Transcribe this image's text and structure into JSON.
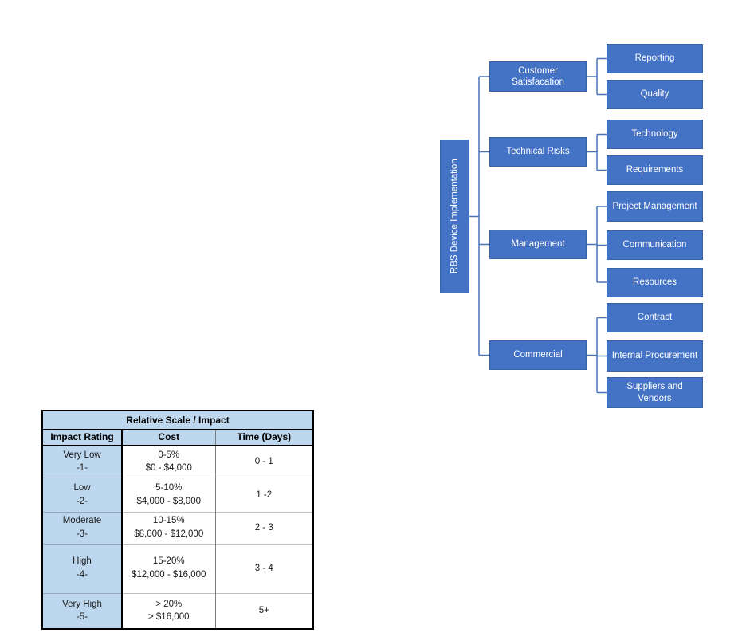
{
  "diagram": {
    "root": {
      "label": "RBS Device Implementation"
    },
    "categories": [
      {
        "label": "Customer Satisfacation",
        "children": [
          {
            "label": "Reporting"
          },
          {
            "label": "Quality"
          }
        ]
      },
      {
        "label": "Technical Risks",
        "children": [
          {
            "label": "Technology"
          },
          {
            "label": "Requirements"
          }
        ]
      },
      {
        "label": "Management",
        "children": [
          {
            "label": "Project Management"
          },
          {
            "label": "Communication"
          },
          {
            "label": "Resources"
          }
        ]
      },
      {
        "label": "Commercial",
        "children": [
          {
            "label": "Contract"
          },
          {
            "label": "Internal Procurement"
          },
          {
            "label": "Suppliers and Vendors"
          }
        ]
      }
    ],
    "colors": {
      "box_fill": "#4472C4",
      "box_border": "#3961A6",
      "connector": "#4A72B8",
      "box_text": "#FFFFFF"
    }
  },
  "table": {
    "title": "Relative Scale / Impact",
    "headers": [
      "Impact Rating",
      "Cost",
      "Time (Days)"
    ],
    "rows": [
      {
        "rating": "Very Low",
        "code": "-1-",
        "cost_pct": "0-5%",
        "cost_range": "$0 - $4,000",
        "time": "0 - 1"
      },
      {
        "rating": "Low",
        "code": "-2-",
        "cost_pct": "5-10%",
        "cost_range": "$4,000 - $8,000",
        "time": "1 -2"
      },
      {
        "rating": "Moderate",
        "code": "-3-",
        "cost_pct": "10-15%",
        "cost_range": "$8,000 - $12,000",
        "time": "2 - 3"
      },
      {
        "rating": "High",
        "code": "-4-",
        "cost_pct": "15-20%",
        "cost_range": "$12,000 - $16,000",
        "time": "3 - 4"
      },
      {
        "rating": "Very High",
        "code": "-5-",
        "cost_pct": "> 20%",
        "cost_range": "> $16,000",
        "time": "5+"
      }
    ],
    "colors": {
      "header_bg": "#BDD7EE"
    }
  }
}
